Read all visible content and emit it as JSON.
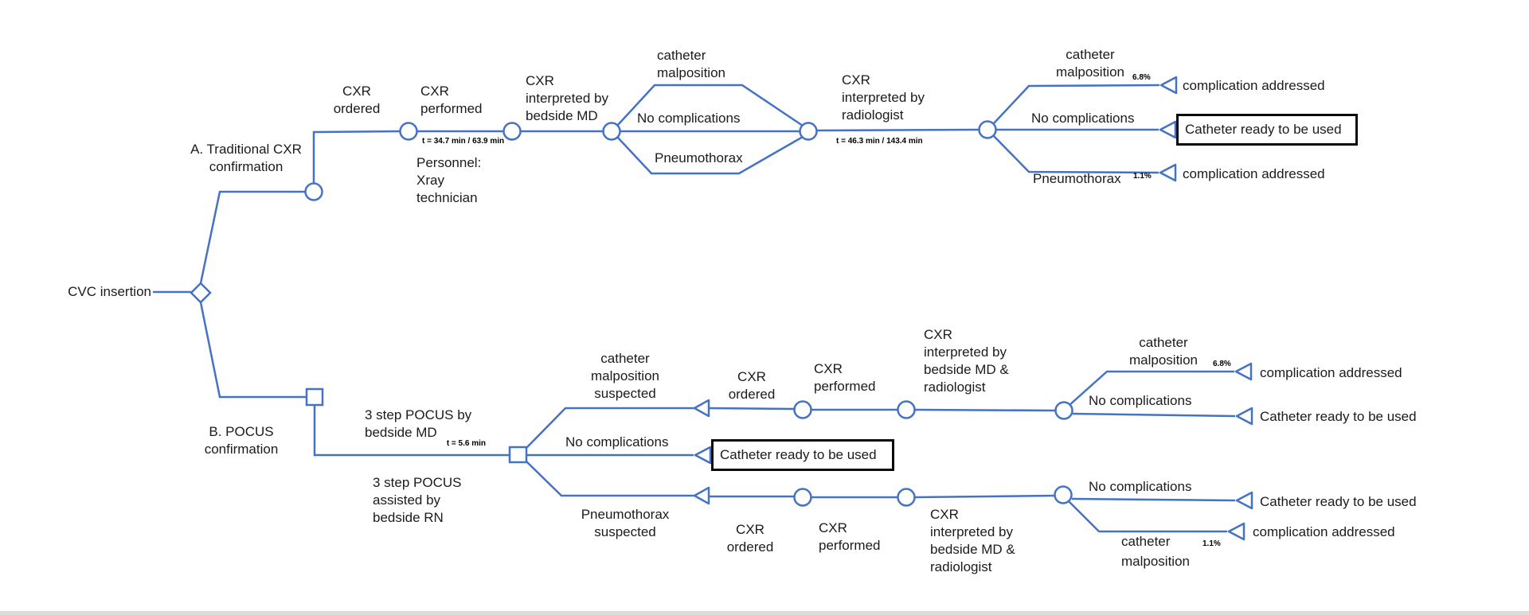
{
  "colors": {
    "line": "#4472C4",
    "node_fill": "#ffffff",
    "text": "#1b1b1b",
    "annotation": "#000000",
    "box_border": "#0a0a0a",
    "background": "#ffffff"
  },
  "labels": {
    "root": "CVC insertion",
    "a": {
      "title": "A. Traditional CXR\nconfirmation",
      "cxr_ordered": "CXR\nordered",
      "cxr_performed": "CXR\nperformed",
      "t_performed": "t = 34.7 min / 63.9 min",
      "personnel": "Personnel:\nXray\ntechnician",
      "interp_bedside": "CXR\ninterpreted by\nbedside MD",
      "cath_malp": "catheter\nmalposition",
      "no_compl": "No complications",
      "pneumo": "Pneumothorax",
      "interp_rad": "CXR\ninterpreted by\nradiologist",
      "t_rad": "t = 46.3 min / 143.4 min",
      "cath_malp2": "catheter\nmalposition",
      "pct_malp": "6.8%",
      "compl_addr1": "complication addressed",
      "no_compl2": "No complications",
      "box": "Catheter ready to be used",
      "pneumo2": "Pneumothorax",
      "pct_pneumo": "1.1%",
      "compl_addr2": "complication addressed"
    },
    "b": {
      "title": "B. POCUS\nconfirmation",
      "pocus_md": "3 step POCUS by\nbedside MD",
      "t_pocus": "t = 5.6 min",
      "pocus_rn": "3 step POCUS\nassisted by\nbedside RN",
      "cath_malp_susp": "catheter\nmalposition\nsuspected",
      "cxr_ordered1": "CXR\nordered",
      "cxr_performed1": "CXR\nperformed",
      "interp1": "CXR\ninterpreted by\nbedside MD &\nradiologist",
      "no_compl1": "No complications",
      "box": "Catheter ready to be used",
      "pneumo_susp": "Pneumothorax\nsuspected",
      "cxr_ordered2": "CXR\nordered",
      "cxr_performed2": "CXR\nperformed",
      "interp2": "CXR\ninterpreted by\nbedside MD &\nradiologist",
      "no_compl2": "No complications",
      "cath_malp68": "catheter\nmalposition",
      "pct68": "6.8%",
      "compl_addr1": "complication addressed",
      "ready1": "Catheter ready to be used",
      "no_compl3": "No complications",
      "ready2": "Catheter ready to be used",
      "compl_addr2": "complication addressed",
      "cath_malp11": "catheter\nmalposition",
      "pct11": "1.1%"
    }
  }
}
